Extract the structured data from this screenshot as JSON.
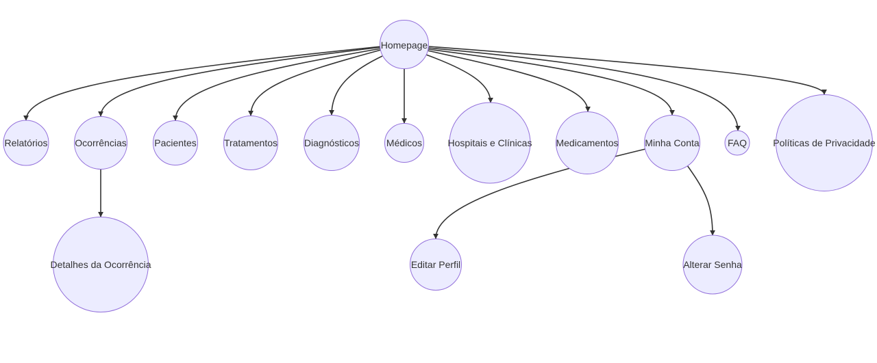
{
  "diagram": {
    "nodes": [
      {
        "id": "homepage",
        "label": "Homepage"
      },
      {
        "id": "relatorios",
        "label": "Relatórios"
      },
      {
        "id": "ocorrencias",
        "label": "Ocorrências"
      },
      {
        "id": "pacientes",
        "label": "Pacientes"
      },
      {
        "id": "tratamentos",
        "label": "Tratamentos"
      },
      {
        "id": "diagnosticos",
        "label": "Diagnósticos"
      },
      {
        "id": "medicos",
        "label": "Médicos"
      },
      {
        "id": "hospitais",
        "label": "Hospitais e Clínicas"
      },
      {
        "id": "medicamentos",
        "label": "Medicamentos"
      },
      {
        "id": "minha-conta",
        "label": "Minha Conta"
      },
      {
        "id": "faq",
        "label": "FAQ"
      },
      {
        "id": "politicas",
        "label": "Políticas de Privacidade"
      },
      {
        "id": "detalhes-ocorrencia",
        "label": "Detalhes da Ocorrência"
      },
      {
        "id": "editar-perfil",
        "label": "Editar Perfil"
      },
      {
        "id": "alterar-senha",
        "label": "Alterar Senha"
      }
    ],
    "edges": [
      {
        "from": "homepage",
        "to": "relatorios"
      },
      {
        "from": "homepage",
        "to": "ocorrencias"
      },
      {
        "from": "homepage",
        "to": "pacientes"
      },
      {
        "from": "homepage",
        "to": "tratamentos"
      },
      {
        "from": "homepage",
        "to": "diagnosticos"
      },
      {
        "from": "homepage",
        "to": "medicos"
      },
      {
        "from": "homepage",
        "to": "hospitais"
      },
      {
        "from": "homepage",
        "to": "medicamentos"
      },
      {
        "from": "homepage",
        "to": "minha-conta"
      },
      {
        "from": "homepage",
        "to": "faq"
      },
      {
        "from": "homepage",
        "to": "politicas"
      },
      {
        "from": "ocorrencias",
        "to": "detalhes-ocorrencia"
      },
      {
        "from": "minha-conta",
        "to": "editar-perfil"
      },
      {
        "from": "minha-conta",
        "to": "alterar-senha"
      }
    ],
    "colors": {
      "node_fill": "#ECECFF",
      "node_stroke": "#9370DB",
      "edge": "#333333",
      "text": "#333333"
    }
  }
}
